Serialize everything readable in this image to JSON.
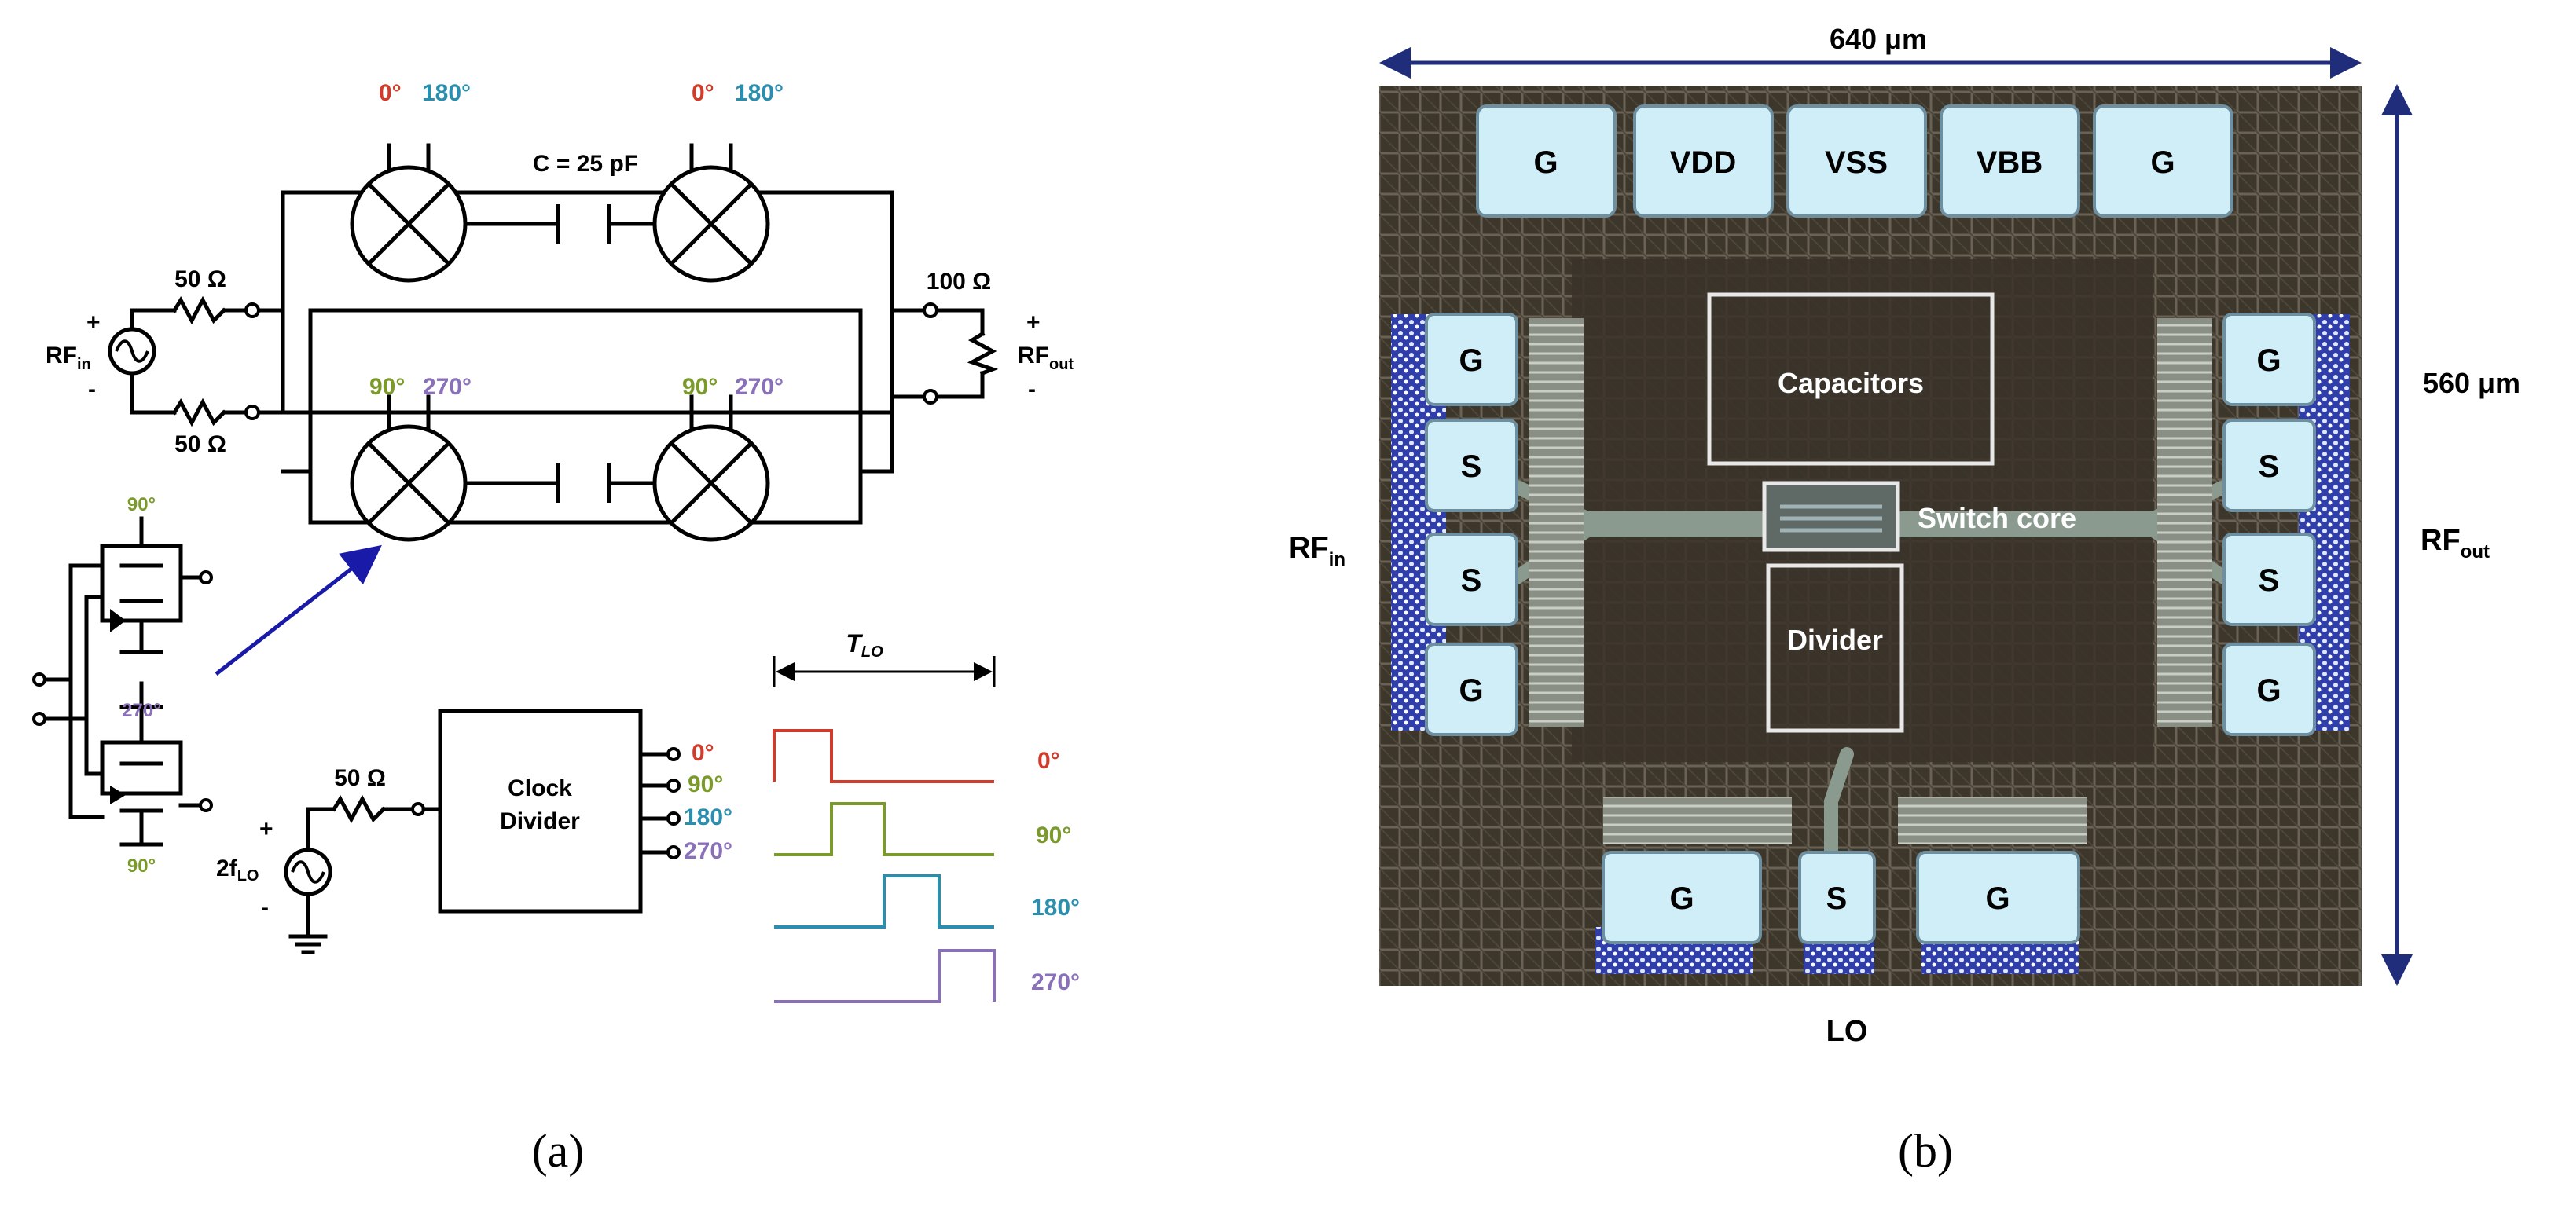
{
  "colors": {
    "phase_0": "#d23a2a",
    "phase_90": "#7a9a2a",
    "phase_180": "#2a8fae",
    "phase_270": "#8a70b8",
    "arrow_blue": "#1a1aa8",
    "dimension_navy": "#1f2d7a",
    "chip_bg": "#3b3328",
    "pad_fill": "#cfeef8"
  },
  "panel_a": {
    "caption": "(a)",
    "capacitor": "C = 25 pF",
    "resistor_in_top": "50 Ω",
    "resistor_in_bottom": "50 Ω",
    "resistor_out": "100 Ω",
    "resistor_lo": "50 Ω",
    "rf_in_plus": "+",
    "rf_in_minus": "-",
    "rf_in_main": "RF",
    "rf_in_sub": "in",
    "rf_out_plus": "+",
    "rf_out_minus": "-",
    "rf_out_main": "RF",
    "rf_out_sub": "out",
    "lo_source_plus": "+",
    "lo_source_minus": "-",
    "lo_source_main": "2f",
    "lo_source_sub": "LO",
    "mixer_phases": {
      "top_left": [
        "0°",
        "180°"
      ],
      "top_right": [
        "0°",
        "180°"
      ],
      "bottom_left": [
        "90°",
        "270°"
      ],
      "bottom_right": [
        "90°",
        "270°"
      ]
    },
    "switch_phases": [
      "90°",
      "270°",
      "90°"
    ],
    "clock_divider": {
      "line1": "Clock",
      "line2": "Divider"
    },
    "divider_outputs": [
      "0°",
      "90°",
      "180°",
      "270°"
    ],
    "timing": {
      "period_main": "T",
      "period_sub": "LO",
      "waveform_labels": [
        "0°",
        "90°",
        "180°",
        "270°"
      ]
    }
  },
  "panel_b": {
    "caption": "(b)",
    "width_dimension": "640 μm",
    "height_dimension": "560 μm",
    "top_pads": [
      "G",
      "VDD",
      "VSS",
      "VBB",
      "G"
    ],
    "left_pads": [
      "G",
      "S",
      "S",
      "G"
    ],
    "right_pads": [
      "G",
      "S",
      "S",
      "G"
    ],
    "bottom_pads": [
      "G",
      "S",
      "G"
    ],
    "blocks": {
      "capacitors": "Capacitors",
      "switch_core": "Switch core",
      "divider": "Divider"
    },
    "rf_in_main": "RF",
    "rf_in_sub": "in",
    "rf_out_main": "RF",
    "rf_out_sub": "out",
    "lo_label": "LO"
  }
}
